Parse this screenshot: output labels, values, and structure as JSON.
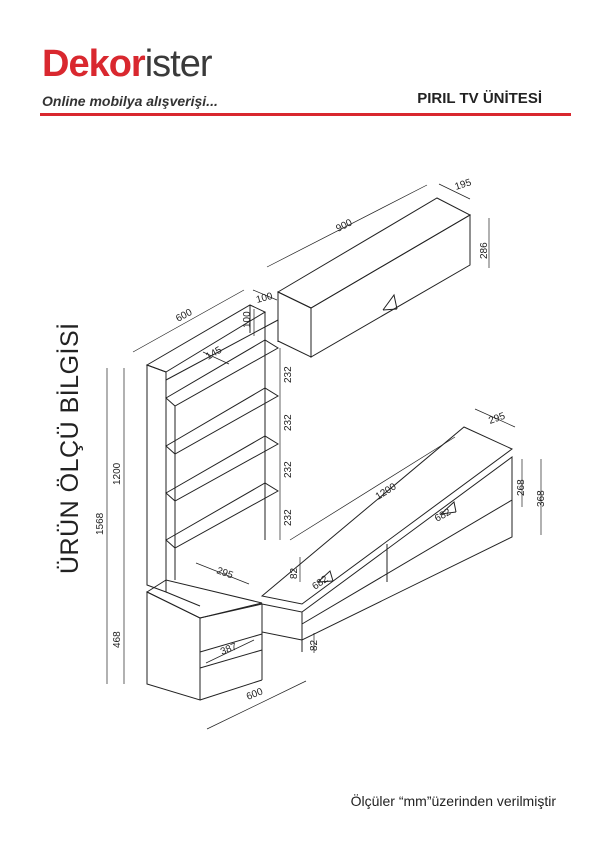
{
  "brand": {
    "name_red": "Dekor",
    "name_gray": "ister",
    "slogan": "Online mobilya alışverişi...",
    "accent_color": "#d9282f"
  },
  "product": {
    "title": "PIRIL TV ÜNİTESİ"
  },
  "side_title": "ÜRÜN ÖLÇÜ BİLGİSİ",
  "footer_note": "Ölçüler “mm”üzerinden verilmiştir",
  "dimensions": {
    "wall_width": "900",
    "wall_depth": "195",
    "wall_height": "286",
    "shelf_width": "600",
    "shelf_top_depth": "100",
    "shelf_top_height": "100",
    "shelf_inner_depth": "145",
    "shelf_gap_1": "232",
    "shelf_gap_2": "232",
    "shelf_gap_3": "232",
    "shelf_gap_4": "232",
    "total_height": "1568",
    "upper_height": "1200",
    "lower_height": "468",
    "base_depth": "295",
    "base_inner_depth": "387",
    "base_width": "600",
    "tv_width": "1200",
    "tv_depth": "295",
    "tv_height": "268",
    "tv_total_height": "368",
    "door_width_1": "682",
    "door_width_2": "682",
    "door_height": "82",
    "leg_height": "82"
  }
}
